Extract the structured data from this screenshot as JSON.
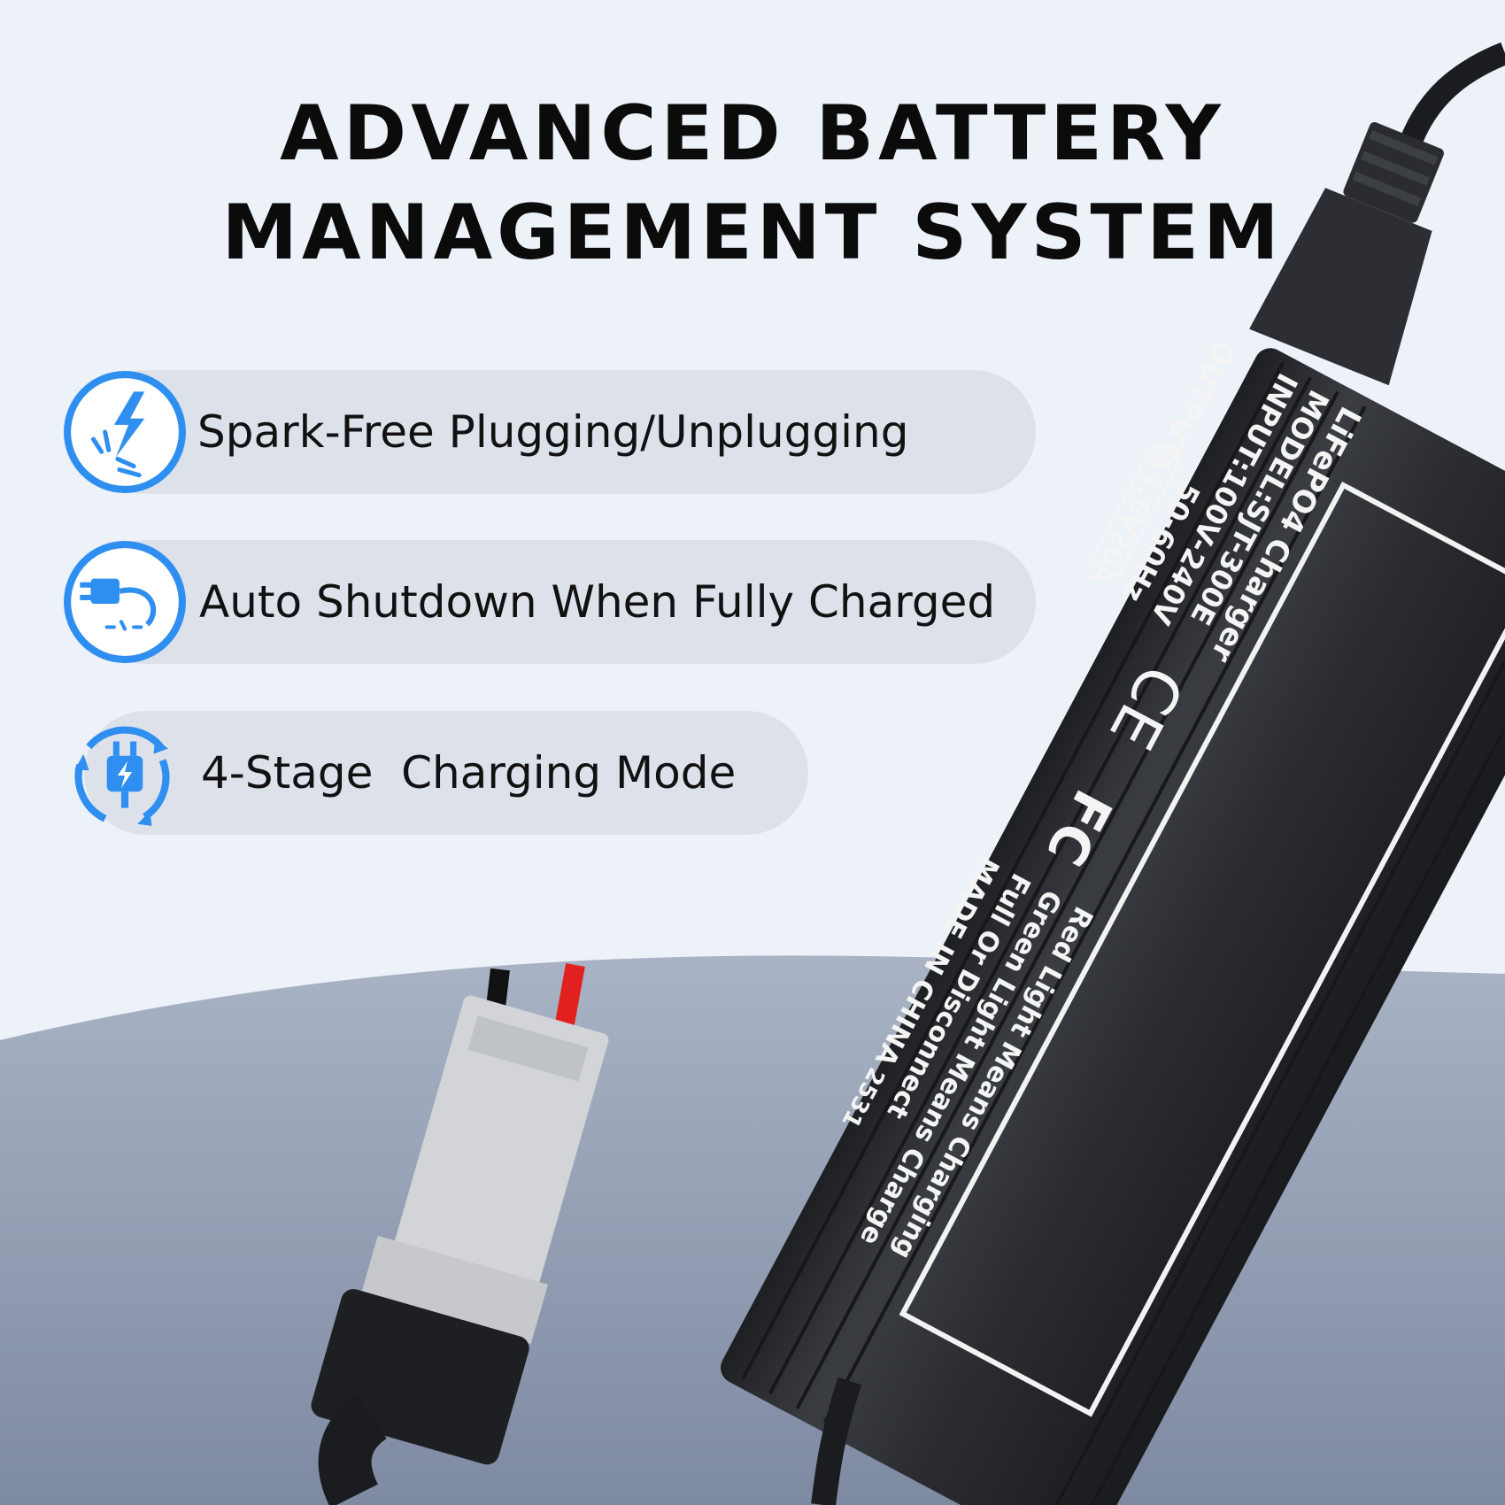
{
  "headline": {
    "line1": "ADVANCED BATTERY",
    "line2": "MANAGEMENT SYSTEM"
  },
  "features": [
    {
      "label": "Spark-Free Plugging/Unplugging",
      "icon": "spark-icon"
    },
    {
      "label": "Auto Shutdown When Fully Charged",
      "icon": "plug-disconnect-icon"
    },
    {
      "label": "4-Stage  Charging Mode",
      "icon": "charging-cycle-icon"
    }
  ],
  "charger_label": {
    "line1": "LiFePO4 Charger",
    "line2": "MODEL:SJT-300E",
    "line3": "INPUT:100V-240V",
    "line4": "50-60Hz",
    "line5": "OUTPUT:",
    "output_value": "14.6V20A",
    "note1": "Red Light Means Charging",
    "note2": "Green Light Means Charge",
    "note3": "Full Or Disconnect",
    "origin": "MADE IN CHINA",
    "code": "2531",
    "ce_mark": "CE",
    "fc_mark": "FC"
  },
  "colors": {
    "accent_blue": "#2f8ff0",
    "pill_bg": "#dde1ea",
    "background": "#edf1f8",
    "lower_bg": "#8e9ab0",
    "charger_body": "#2b2d30",
    "cable_red": "#e12020"
  }
}
